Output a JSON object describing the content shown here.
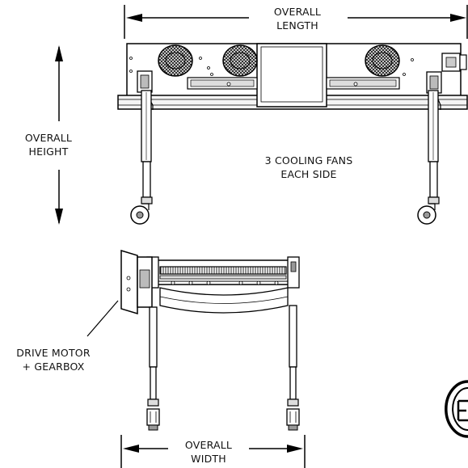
{
  "labels": {
    "overall_length": [
      "OVERALL",
      "LENGTH"
    ],
    "overall_height": [
      "OVERALL",
      "HEIGHT"
    ],
    "cooling_fans": [
      "3 COOLING FANS",
      "EACH SIDE"
    ],
    "drive_motor": [
      "DRIVE MOTOR",
      "+ GEARBOX"
    ],
    "overall_width": [
      "OVERALL",
      "WIDTH"
    ]
  },
  "certification_mark": {
    "icon": "etl-listed-mark"
  }
}
